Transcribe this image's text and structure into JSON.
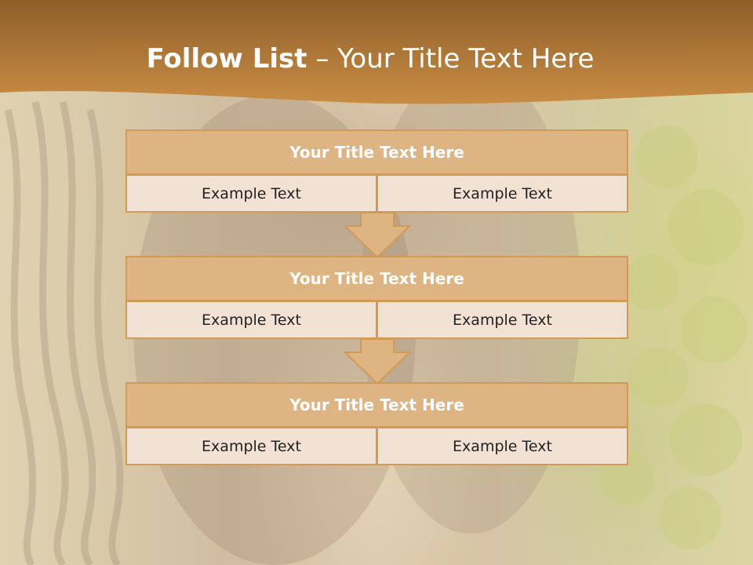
{
  "slide": {
    "title_main": "Follow List",
    "title_separator": " – ",
    "title_rest": "Your Title Text Here"
  },
  "blocks": [
    {
      "title": "Your Title Text Here",
      "left_text": "Example Text",
      "right_text": "Example Text"
    },
    {
      "title": "Your Title Text Here",
      "left_text": "Example Text",
      "right_text": "Example Text"
    },
    {
      "title": "Your Title Text Here",
      "left_text": "Example Text",
      "right_text": "Example Text"
    }
  ],
  "colors": {
    "header": "#b7792f",
    "block_title_fill": "#dfb483",
    "block_border": "#d39a55",
    "cell_fill": "#f1e2d4",
    "arrow_fill": "#dfb483"
  }
}
